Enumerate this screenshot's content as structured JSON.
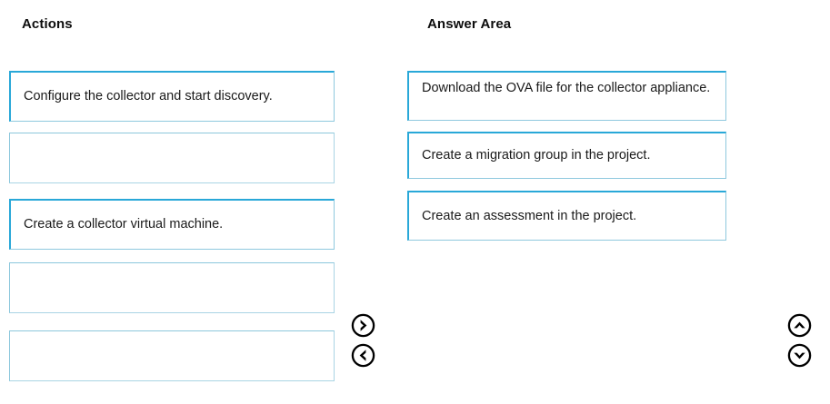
{
  "columns": {
    "actions": {
      "heading": "Actions",
      "items": [
        {
          "label": "Configure the collector and start discovery.",
          "state": "filled"
        },
        {
          "label": "",
          "state": "empty"
        },
        {
          "label": "Create a collector virtual machine.",
          "state": "filled"
        },
        {
          "label": "",
          "state": "empty"
        },
        {
          "label": "",
          "state": "empty"
        }
      ]
    },
    "answer_area": {
      "heading": "Answer Area",
      "items": [
        {
          "label": "Download the OVA file for the collector appliance.",
          "state": "filled"
        },
        {
          "label": "Create a migration group in the project.",
          "state": "filled"
        },
        {
          "label": "Create an assessment in the project.",
          "state": "filled"
        }
      ]
    }
  },
  "controls": {
    "move_right": {
      "icon": "chevron-right-circle-icon",
      "title": "Move right"
    },
    "move_left": {
      "icon": "chevron-left-circle-icon",
      "title": "Move left"
    },
    "move_up": {
      "icon": "chevron-up-circle-icon",
      "title": "Move up"
    },
    "move_down": {
      "icon": "chevron-down-circle-icon",
      "title": "Move down"
    }
  },
  "colors": {
    "border_active": "#29a8d8",
    "border_inactive": "#a9d4e4",
    "text": "#1a1a1a",
    "background": "#ffffff"
  }
}
